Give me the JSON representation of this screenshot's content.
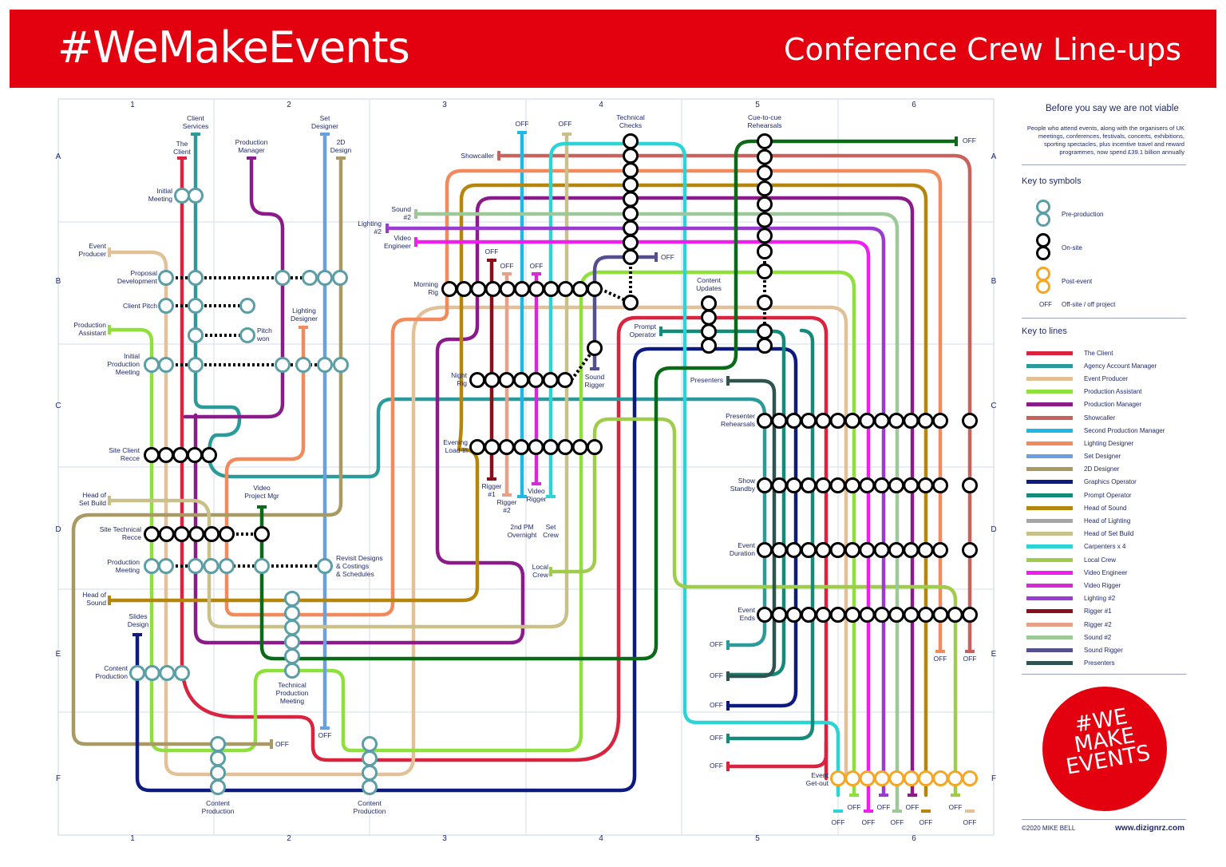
{
  "banner": {
    "title": "#WeMakeEvents",
    "subtitle": "Conference Crew Line-ups",
    "color": "#e3000f"
  },
  "grid": {
    "columns": [
      "1",
      "2",
      "3",
      "4",
      "5",
      "6"
    ],
    "rows": [
      "A",
      "B",
      "C",
      "D",
      "E",
      "F"
    ]
  },
  "sidebar": {
    "before_title": "Before you say we are not viable",
    "before_text": "People who attend events, along with the organisers of UK meetings, conferences, festivals, concerts, exhibitions, sporting spectacles, plus incentive travel and reward programmes, now spend £39.1 billion annually",
    "symbols_title": "Key to symbols",
    "symbols": [
      {
        "label": "Pre-production",
        "color": "#5b9ea6"
      },
      {
        "label": "On-site",
        "color": "#000000"
      },
      {
        "label": "Post-event",
        "color": "#f5a623"
      },
      {
        "label": "Off-site / off project",
        "code": "OFF"
      }
    ],
    "lines_title": "Key to lines",
    "lines": [
      {
        "name": "The Client",
        "color": "#d9233f"
      },
      {
        "name": "Agency Account Manager",
        "color": "#2a9a9a"
      },
      {
        "name": "Event Producer",
        "color": "#e2c199"
      },
      {
        "name": "Production Assistant",
        "color": "#8fe03a"
      },
      {
        "name": "Production Manager",
        "color": "#8b1a8a"
      },
      {
        "name": "Showcaller",
        "color": "#c9625c"
      },
      {
        "name": "Second Production Manager",
        "color": "#1cb8e6"
      },
      {
        "name": "Lighting Designer",
        "color": "#f28a5c"
      },
      {
        "name": "Set Designer",
        "color": "#6a9fe0"
      },
      {
        "name": "2D Designer",
        "color": "#a89a62"
      },
      {
        "name": "Graphics Operator",
        "color": "#0d1a80"
      },
      {
        "name": "Prompt Operator",
        "color": "#138a7a"
      },
      {
        "name": "Head of Sound",
        "color": "#b5860c"
      },
      {
        "name": "Head of Lighting",
        "color": "#a6a6a6"
      },
      {
        "name": "Head of Set Build",
        "color": "#c9c08a"
      },
      {
        "name": "Carpenters x 4",
        "color": "#2dd4d6"
      },
      {
        "name": "Local Crew",
        "color": "#9fcc4a"
      },
      {
        "name": "Video Engineer",
        "color": "#f01ff0"
      },
      {
        "name": "Video Rigger",
        "color": "#d62ad6"
      },
      {
        "name": "Lighting #2",
        "color": "#9c3bd1"
      },
      {
        "name": "Rigger #1",
        "color": "#8a0f1a"
      },
      {
        "name": "Rigger #2",
        "color": "#e8a088"
      },
      {
        "name": "Sound #2",
        "color": "#9cc89a"
      },
      {
        "name": "Sound Rigger",
        "color": "#54508f"
      },
      {
        "name": "Presenters",
        "color": "#2f5450"
      }
    ],
    "badge_lines": [
      "#WE",
      "MAKE",
      "EVENTS"
    ],
    "copyright": "©2020 MIKE BELL",
    "website": "www.dizignrz.com"
  },
  "stations": {
    "initial_meeting": [
      "Initial",
      "Meeting"
    ],
    "event_producer": [
      "Event",
      "Producer"
    ],
    "proposal_development": [
      "Proposal",
      "Development"
    ],
    "client_pitch": [
      "Client Pitch"
    ],
    "production_assistant": [
      "Production",
      "Assistant"
    ],
    "initial_production_meeting": [
      "Initial",
      "Production",
      "Meeting"
    ],
    "pitch_won": [
      "Pitch",
      "won"
    ],
    "lighting_designer": [
      "Lighting",
      "Designer"
    ],
    "site_client_recce": [
      "Site Client",
      "Recce"
    ],
    "head_of_set_build": [
      "Head of",
      "Set Build"
    ],
    "video_project_mgr": [
      "Video",
      "Project Mgr"
    ],
    "site_technical_recce": [
      "Site Technical",
      "Recce"
    ],
    "production_meeting": [
      "Production",
      "Meeting"
    ],
    "revisit_designs": [
      "Revisit Designs",
      "& Costings",
      "& Schedules"
    ],
    "head_of_sound": [
      "Head of",
      "Sound"
    ],
    "slides_design": [
      "Slides",
      "Design"
    ],
    "content_production_1": [
      "Content",
      "Production"
    ],
    "technical_production_meeting": [
      "Technical",
      "Production",
      "Meeting"
    ],
    "content_production_2": [
      "Content",
      "Production"
    ],
    "content_production_3": [
      "Content",
      "Production"
    ],
    "client": [
      "The",
      "Client"
    ],
    "client_services": [
      "Client",
      "Services"
    ],
    "production_manager": [
      "Production",
      "Manager"
    ],
    "set_designer": [
      "Set",
      "Designer"
    ],
    "designer_2d": [
      "2D",
      "Design"
    ],
    "showcaller": [
      "Showcaller"
    ],
    "sound_2": [
      "Sound",
      "#2"
    ],
    "lighting_2": [
      "Lighting",
      "#2"
    ],
    "video_engineer": [
      "Video",
      "Engineer"
    ],
    "morning_rig": [
      "Morning",
      "Rig"
    ],
    "night_rig": [
      "Night",
      "Rig"
    ],
    "evening_load_in": [
      "Evening",
      "Load-in"
    ],
    "rigger_1": [
      "Rigger",
      "#1"
    ],
    "rigger_2": [
      "Rigger",
      "#2"
    ],
    "video_rigger": [
      "Video",
      "Rigger"
    ],
    "overnight_2nd_pm": [
      "2nd PM",
      "Overnight"
    ],
    "set_crew": [
      "Set",
      "Crew"
    ],
    "local_crew": [
      "Local",
      "Crew"
    ],
    "technical_checks": [
      "Technical",
      "Checks"
    ],
    "sound_rigger": [
      "Sound",
      "Rigger"
    ],
    "cue_to_cue": [
      "Cue-to-cue",
      "Rehearsals"
    ],
    "content_updates": [
      "Content",
      "Updates"
    ],
    "prompt_operator": [
      "Prompt",
      "Operator"
    ],
    "presenters": [
      "Presenters"
    ],
    "presenter_rehearsals": [
      "Presenter",
      "Rehearsals"
    ],
    "show_standby": [
      "Show",
      "Standby"
    ],
    "event_duration": [
      "Event",
      "Duration"
    ],
    "event_ends": [
      "Event",
      "Ends"
    ],
    "event_get_out": [
      "Event",
      "Get-out"
    ]
  },
  "off_label": "OFF"
}
